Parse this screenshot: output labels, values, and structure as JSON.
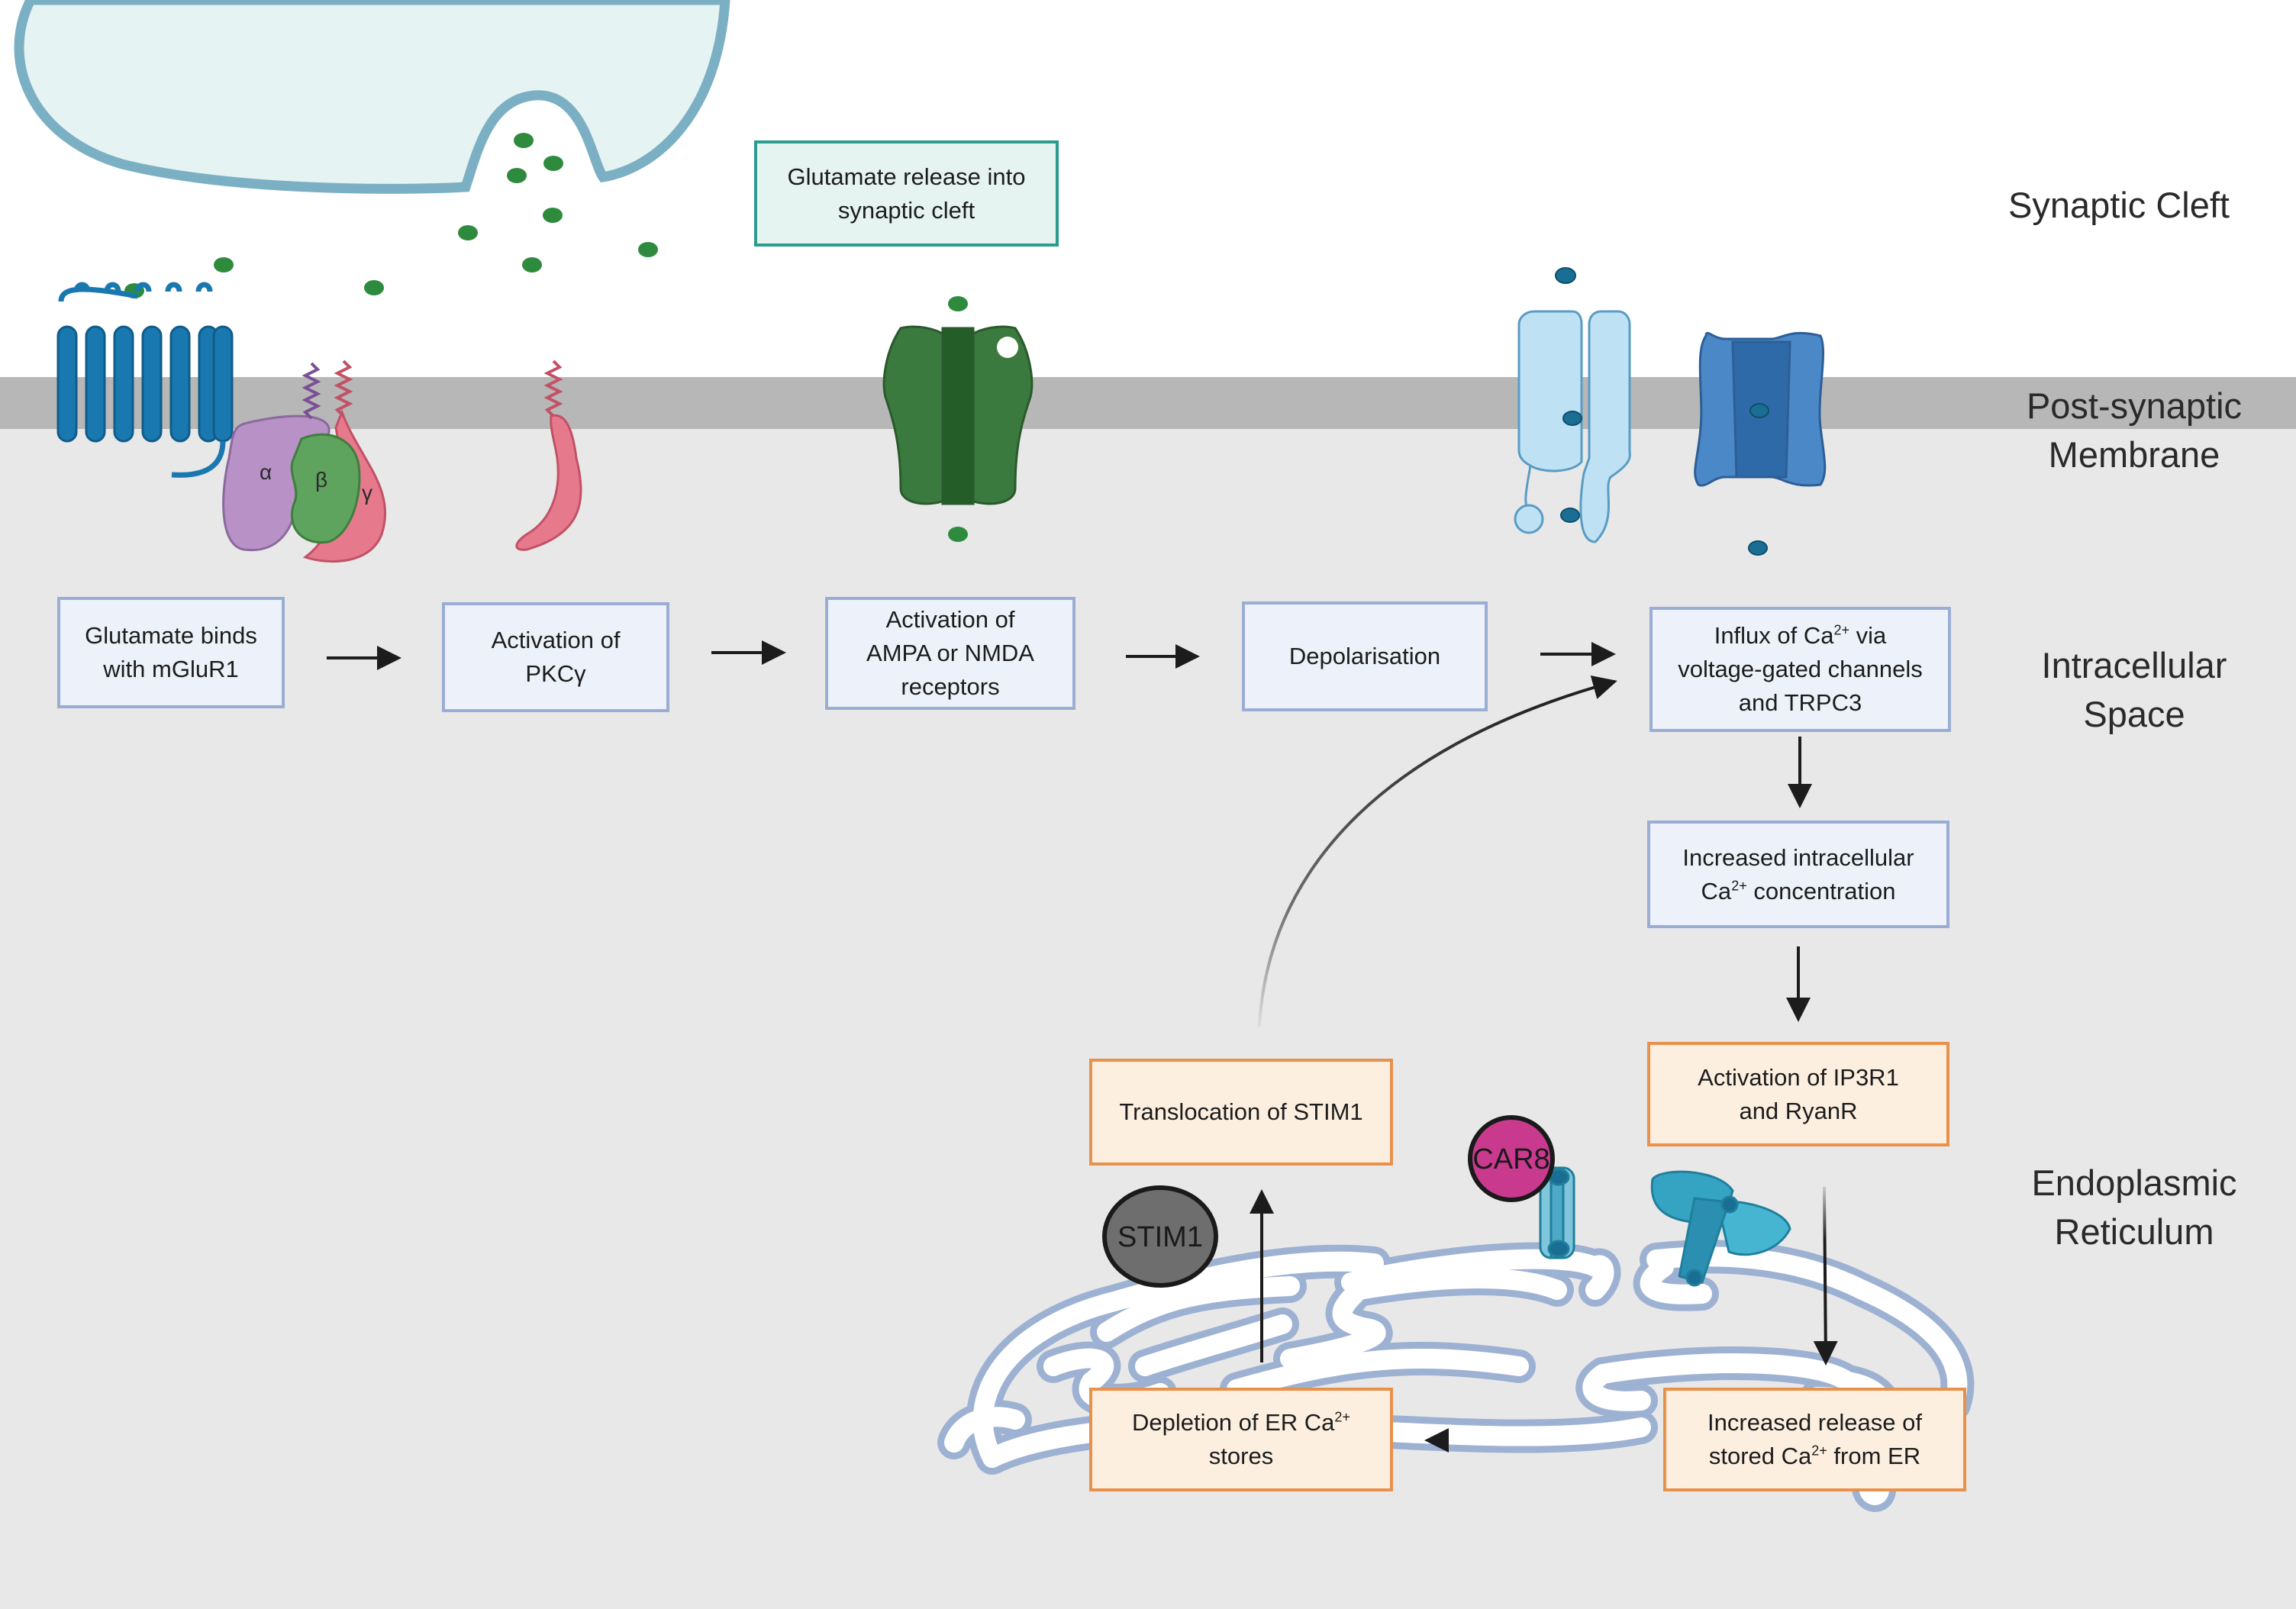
{
  "regions": {
    "synaptic_cleft": "Synaptic Cleft",
    "membrane_line1": "Post-synaptic",
    "membrane_line2": "Membrane",
    "intracellular_line1": "Intracellular",
    "intracellular_line2": "Space",
    "er_line1": "Endoplasmic",
    "er_line2": "Reticulum"
  },
  "release_box": {
    "line1": "Glutamate release into",
    "line2": "synaptic cleft"
  },
  "steps": {
    "s1": {
      "line1": "Glutamate binds",
      "line2": "with mGluR1"
    },
    "s2": {
      "line1": "Activation of",
      "line2": "PKCγ"
    },
    "s3": {
      "line1": "Activation of",
      "line2": "AMPA or NMDA",
      "line3": "receptors"
    },
    "s4": {
      "line1": "Depolarisation"
    },
    "s5": {
      "a": "Influx of Ca",
      "sup": "2+",
      "b": " via",
      "line2": "voltage-gated channels",
      "line3": "and TRPC3"
    },
    "s6": {
      "line1": "Increased intracellular",
      "a": "Ca",
      "sup": "2+",
      "b": " concentration"
    },
    "s7": {
      "line1": "Activation of IP3R1",
      "line2": "and RyanR"
    },
    "s8": {
      "line1": "Increased release of",
      "a": "stored Ca",
      "sup": "2+",
      "b": " from ER"
    },
    "s9": {
      "a": "Depletion of ER Ca",
      "sup": "2+",
      "line2": "stores"
    },
    "s10": {
      "line1": "Translocation of STIM1"
    }
  },
  "protein_labels": {
    "alpha": "α",
    "beta": "β",
    "gamma": "γ",
    "stim1": "STIM1",
    "car8": "CAR8"
  },
  "colors": {
    "cleft_bg": "#ffffff",
    "membrane": "#b7b7b7",
    "intracellular_bg": "#e8e8e8",
    "blue_box_fill": "#edf2fa",
    "blue_box_border": "#9aadd4",
    "orange_box_fill": "#fdefe0",
    "orange_box_border": "#e8914a",
    "teal_box_fill": "#e6f4f1",
    "teal_box_border": "#2a9d8f",
    "glutamate": "#2e8b3e",
    "calcium": "#1a6e93",
    "mglur1": "#1a78b0",
    "g_alpha": "#b891c7",
    "g_beta": "#5ea35e",
    "g_gamma": "#e6798c",
    "pkc_gamma": "#e6798c",
    "ampa_receptor": "#3a7a3e",
    "trpc3": "#bfe1f4",
    "vgcc": "#4a88c7",
    "ip3r_ryanr": "#35a3c2",
    "er_membrane": "#b5c6e0",
    "car8": "#c93a8f",
    "stim1": "#6e6e6e"
  }
}
